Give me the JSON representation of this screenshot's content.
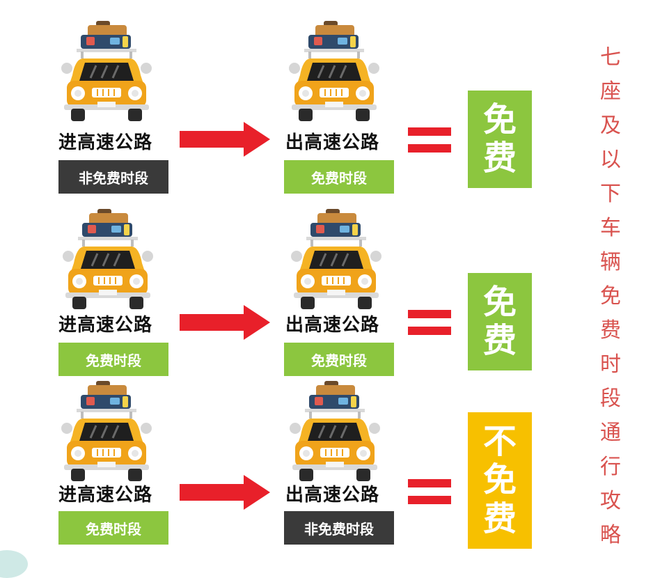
{
  "title_chars": [
    "七",
    "座",
    "及",
    "以",
    "下",
    "车",
    "辆",
    "免",
    "费",
    "时",
    "段",
    "通",
    "行",
    "攻",
    "略"
  ],
  "rows": [
    {
      "enter_label": "进高速公路",
      "enter_period": "非免费时段",
      "enter_period_style": "dark",
      "exit_label": "出高速公路",
      "exit_period": "免费时段",
      "exit_period_style": "green",
      "result_chars": [
        "免",
        "费"
      ],
      "result_style": "green"
    },
    {
      "enter_label": "进高速公路",
      "enter_period": "免费时段",
      "enter_period_style": "green",
      "exit_label": "出高速公路",
      "exit_period": "免费时段",
      "exit_period_style": "green",
      "result_chars": [
        "免",
        "费"
      ],
      "result_style": "green"
    },
    {
      "enter_label": "进高速公路",
      "enter_period": "免费时段",
      "enter_period_style": "green",
      "exit_label": "出高速公路",
      "exit_period": "非免费时段",
      "exit_period_style": "dark",
      "result_chars": [
        "不",
        "免",
        "费"
      ],
      "result_style": "yellow"
    }
  ],
  "colors": {
    "arrow": "#e8202a",
    "green": "#8cc63f",
    "dark": "#3a3a3a",
    "yellow": "#f7c000",
    "title": "#d9534f",
    "car_body": "#f5b324"
  },
  "icons": [
    "taxi-with-luggage-icon",
    "right-arrow-icon",
    "equals-icon"
  ]
}
